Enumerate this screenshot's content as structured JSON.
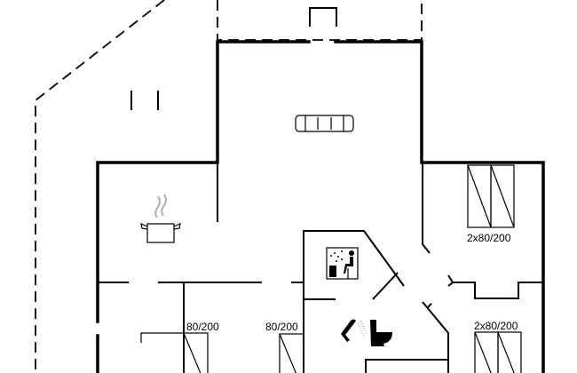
{
  "floor_plan": {
    "bed_labels": {
      "bedroom_northeast": "2x80/200",
      "bedroom_east": "2x80/200",
      "bedroom_southwest": "80/200",
      "bedroom_south": "80/200"
    },
    "icons": [
      "sofa-icon",
      "cooking-pot-icon",
      "sauna-icon",
      "shower-icon",
      "toilet-icon",
      "bed-icon"
    ],
    "colors": {
      "walls": "#000000",
      "steam": "#b0b0b0"
    }
  }
}
